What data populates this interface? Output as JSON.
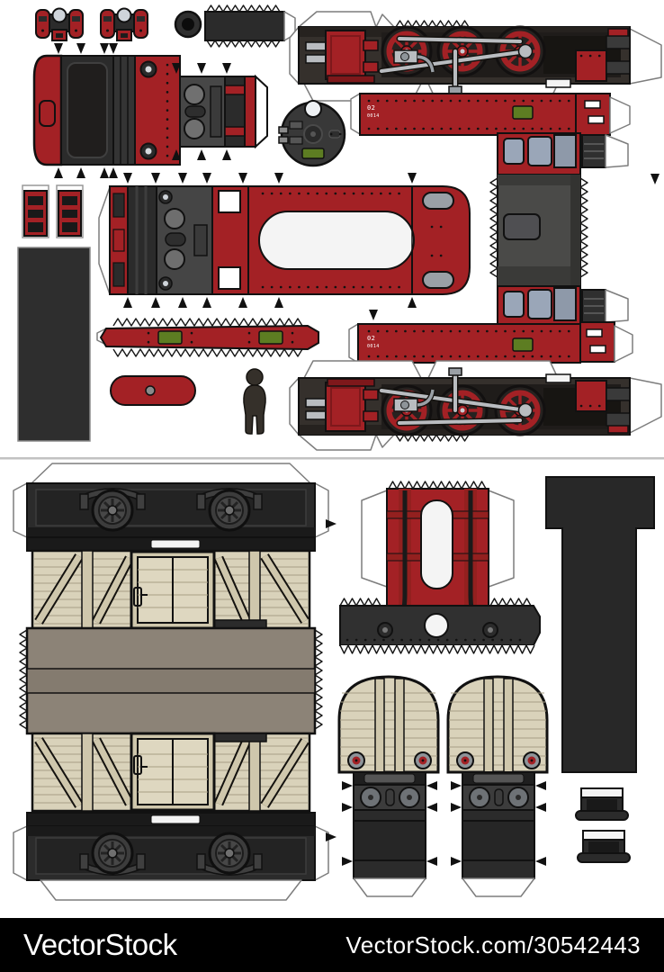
{
  "illustration": {
    "loco_number": {
      "line1": "02",
      "line2": "0014"
    },
    "palette": {
      "red": "#a32125",
      "dark_red": "#7e181b",
      "chassis_black": "#2b2b2b",
      "roof_gray": "#8c8377",
      "cream": "#d9d2ba",
      "window_gray": "#9aa6b8",
      "steel_gray": "#b9bcc0",
      "green_plate": "#5d7d22",
      "white": "#ffffff"
    }
  },
  "watermark_bar": {
    "background": "#000000",
    "logo_text": "VectorStock",
    "url_text": "VectorStock.com/30542443"
  }
}
